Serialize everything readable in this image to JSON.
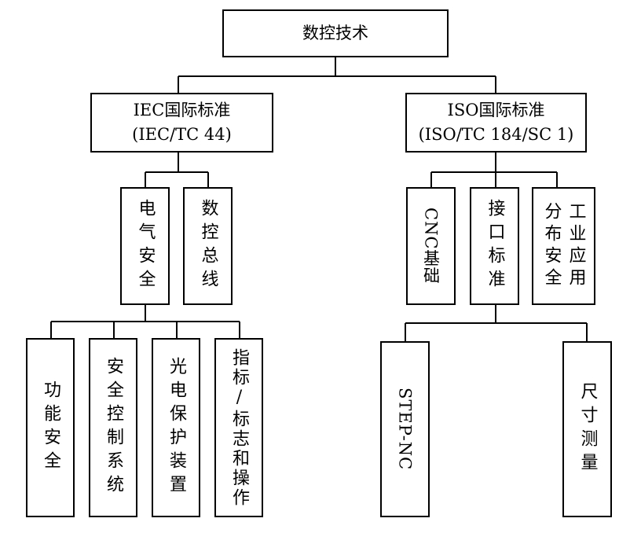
{
  "root": {
    "label": "数控技术"
  },
  "iec": {
    "title": "IEC国际标准",
    "code": "(IEC/TC 44)",
    "groups": {
      "electrical_safety": "电气安全",
      "cnc_bus": "数控总线"
    },
    "items": {
      "functional_safety": "功能安全",
      "safety_control_system": "安全控制系统",
      "photoelectric_protection": "光电保护装置",
      "indication_marking_operation": "指标/标志和操作"
    }
  },
  "iso": {
    "title": "ISO国际标准",
    "code": "(ISO/TC 184/SC 1)",
    "groups": {
      "cnc_basics": "CNC基础",
      "interface_standard": "接口标准",
      "industrial_application_line1": "工业应用",
      "industrial_application_line2": "分布安全"
    },
    "items": {
      "step_nc": "STEP-NC",
      "dimension_measurement": "尺寸测量"
    }
  }
}
